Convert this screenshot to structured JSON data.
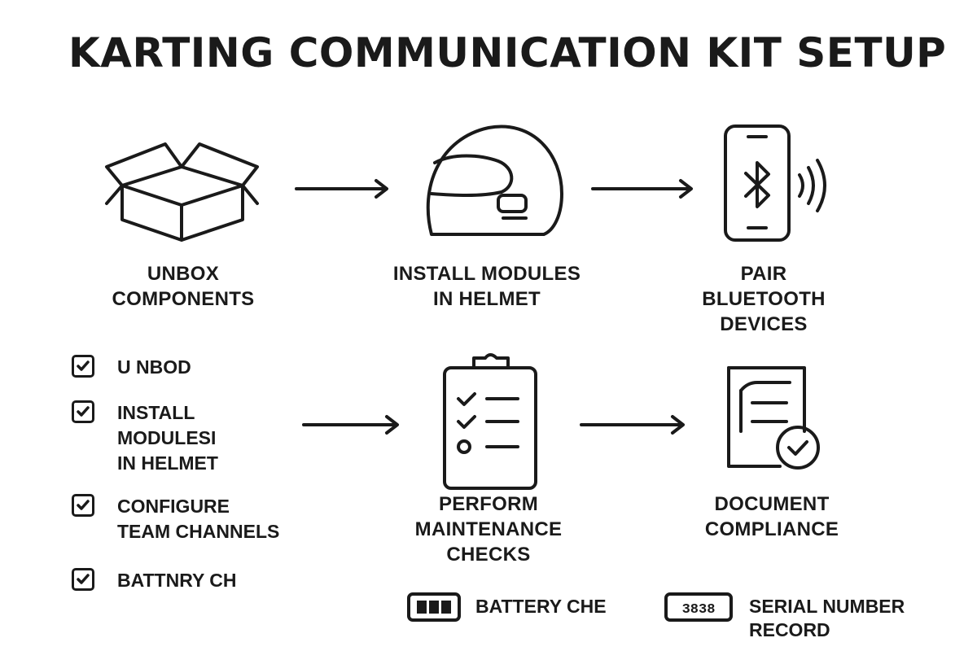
{
  "title": "KARTING COMMUNICATION KIT SETUP",
  "stages": [
    {
      "icon": "open-box-icon",
      "lines": [
        "UNBOX",
        "COMPONENTS"
      ]
    },
    {
      "icon": "helmet-icon",
      "lines": [
        "INSTALL MODULES",
        "IN HELMET"
      ]
    },
    {
      "icon": "phone-bluetooth-icon",
      "lines": [
        "PAIR",
        "BLUETOOTH",
        "DEVICES"
      ]
    },
    {
      "icon": "clipboard-checklist-icon",
      "lines": [
        "PERFORM",
        "MAINTENANCE",
        "CHECKS"
      ]
    },
    {
      "icon": "document-check-icon",
      "lines": [
        "DOCUMENT",
        "COMPLIANCE"
      ]
    }
  ],
  "checklist": [
    {
      "lines": [
        "U NBOD"
      ],
      "checked": true
    },
    {
      "lines": [
        "INSTALL",
        "MODULESI",
        "IN HELMET"
      ],
      "checked": true
    },
    {
      "lines": [
        "CONFIGURE",
        "TEAM CHANNELS"
      ],
      "checked": true
    },
    {
      "lines": [
        "BATTNRY CH"
      ],
      "checked": true
    }
  ],
  "legend": [
    {
      "icon": "battery-icon",
      "lines": [
        "BATTERY CHE"
      ]
    },
    {
      "icon": "serial-display-icon",
      "display": "3838",
      "lines": [
        "SERIAL NUMBER",
        "RECORD"
      ]
    }
  ]
}
